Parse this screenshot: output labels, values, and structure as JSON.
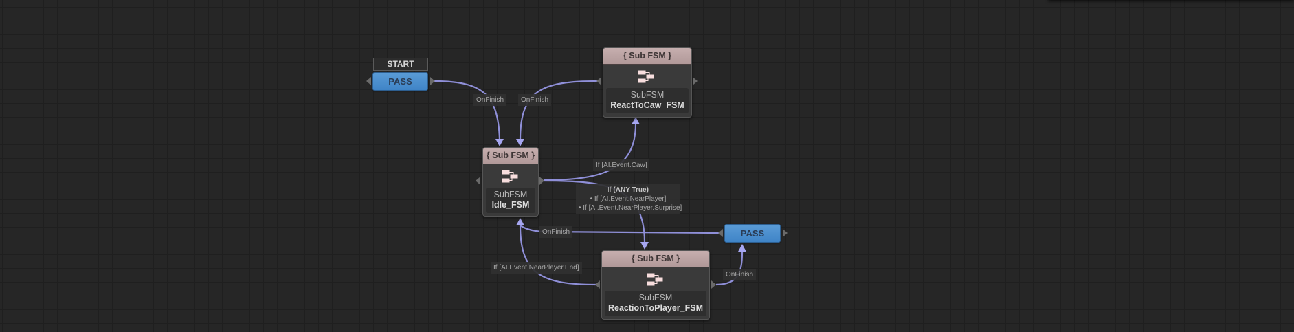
{
  "graph": {
    "start": {
      "label": "START",
      "state_label": "PASS"
    },
    "nodes": {
      "react_to_caw": {
        "header": "{ Sub FSM }",
        "icon": "subfsm-hierarchy-icon",
        "type": "SubFSM",
        "name": "ReactToCaw_FSM"
      },
      "idle": {
        "header": "{ Sub FSM }",
        "icon": "subfsm-hierarchy-icon",
        "type": "SubFSM",
        "name": "Idle_FSM"
      },
      "reaction_to_player": {
        "header": "{ Sub FSM }",
        "icon": "subfsm-hierarchy-icon",
        "type": "SubFSM",
        "name": "ReactionToPlayer_FSM"
      },
      "pass_right": {
        "label": "PASS"
      }
    },
    "transitions": {
      "start_to_idle": "OnFinish",
      "caw_to_idle": "OnFinish",
      "idle_to_caw": "If [AI.Event.Caw]",
      "idle_to_player": {
        "prefix": "If",
        "mode": "(ANY True)",
        "conditions": [
          "• If [AI.Event.NearPlayer]",
          "• If [AI.Event.NearPlayer.Surprise]"
        ]
      },
      "pass_to_idle": "OnFinish",
      "player_to_idle": "If [AI.Event.NearPlayer.End]",
      "player_to_pass": "OnFinish"
    },
    "colors": {
      "background": "#262626",
      "wire": "#8f8fd8",
      "pass_node": "#4a8fd0",
      "subfsm_header": "#bca4a4"
    }
  }
}
